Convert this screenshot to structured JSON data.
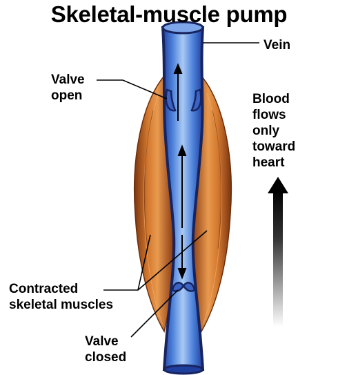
{
  "title": "Skeletal-muscle pump",
  "labels": {
    "vein": "Vein",
    "valve_open": [
      "Valve",
      "open"
    ],
    "blood_flow": [
      "Blood",
      "flows",
      "only",
      "toward",
      "heart"
    ],
    "contracted_muscles": [
      "Contracted",
      "skeletal muscles"
    ],
    "valve_closed": [
      "Valve",
      "closed"
    ]
  },
  "colors": {
    "vein_fill": "#5b8fe0",
    "vein_outline": "#1a2a6e",
    "muscle": "#c2621e",
    "flow_arrow": "#000000"
  }
}
